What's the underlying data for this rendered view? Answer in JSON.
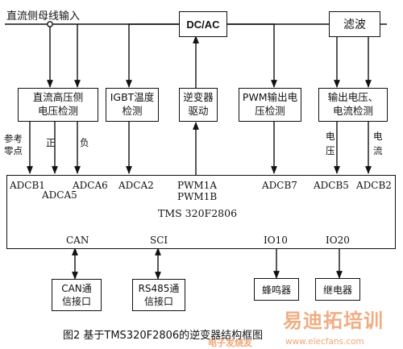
{
  "bus_label": "直流侧母线输入",
  "blocks": {
    "dcac": "DC/AC",
    "filter": "滤波",
    "dc_voltage_detect": "直流高压侧\n电压检测",
    "igbt_temp_detect": "IGBT温度\n检测",
    "inverter_drive": "逆变器\n驱动",
    "pwm_voltage_detect": "PWM输出电\n压检测",
    "output_vi_detect": "输出电压、\n电流检测",
    "mcu": "TMS 320F2806",
    "can_interface": "CAN通\n信接口",
    "rs485_interface": "RS485通\n信接口",
    "buzzer": "蜂鸣器",
    "relay": "继电器"
  },
  "signals": {
    "ref_ground": "参考\n零点",
    "positive": "正",
    "negative": "负",
    "voltage": "电\n压",
    "current": "电\n流"
  },
  "pins": {
    "adcb1": "ADCB1",
    "adca5": "ADCA5",
    "adca6": "ADCA6",
    "adca2": "ADCA2",
    "pwm1a": "PWM1A",
    "pwm1b": "PWM1B",
    "adcb7": "ADCB7",
    "adcb5": "ADCB5",
    "adcb2": "ADCB2",
    "can": "CAN",
    "sci": "SCI",
    "io10": "IO10",
    "io20": "IO20"
  },
  "caption": "图2   基于TMS320F2806的逆变器结构框图",
  "watermark": {
    "brand": "易迪拓培训",
    "subtitle": "电子发烧友",
    "url": "www.elecfans.com"
  }
}
